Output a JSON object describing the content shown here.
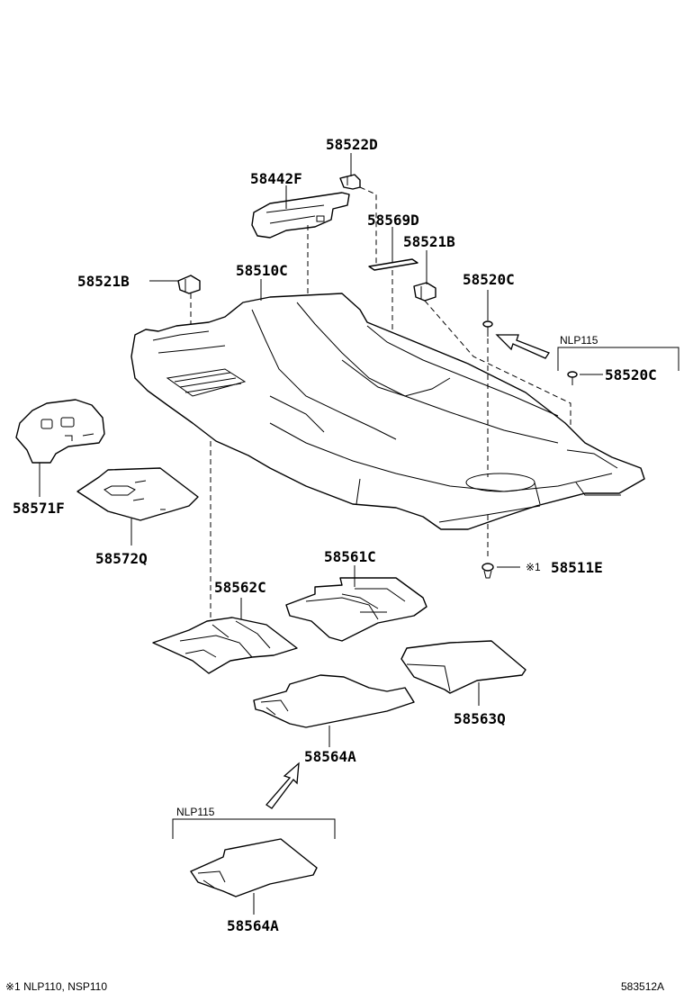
{
  "diagram": {
    "parts": {
      "p58522D": "58522D",
      "p58442F": "58442F",
      "p58569D": "58569D",
      "p58521B_right": "58521B",
      "p58521B_left": "58521B",
      "p58510C": "58510C",
      "p58520C_top": "58520C",
      "p58520C_side": "58520C",
      "p58571F": "58571F",
      "p58572Q": "58572Q",
      "p58561C": "58561C",
      "p58511E": "58511E",
      "p58562C": "58562C",
      "p58563Q": "58563Q",
      "p58564A_top": "58564A",
      "p58564A_bottom": "58564A"
    },
    "variant_labels": {
      "nlp115_right": "NLP115",
      "nlp115_bottom": "NLP115"
    },
    "note_marker": "※1",
    "footnote": "※1  NLP110, NSP110",
    "diagram_code": "583512A"
  }
}
